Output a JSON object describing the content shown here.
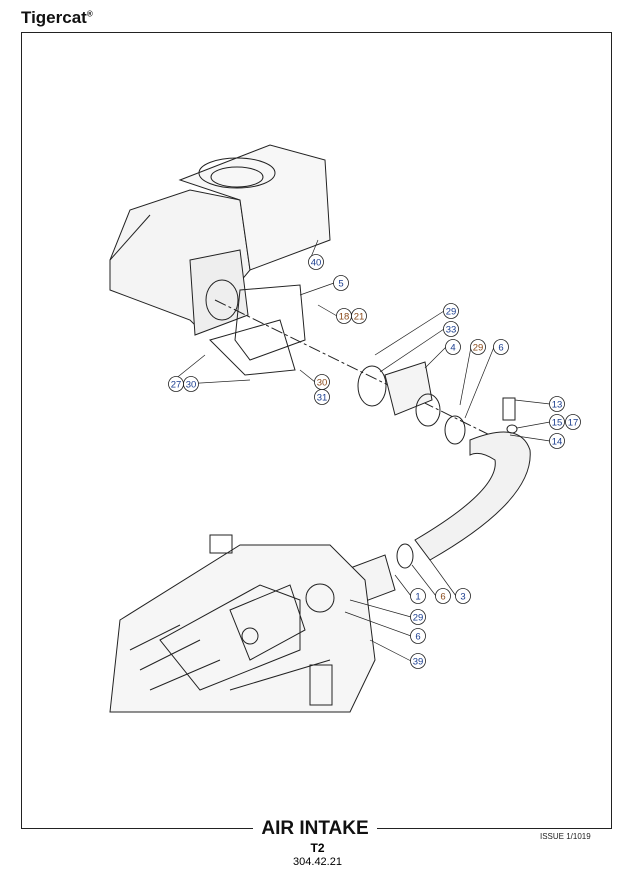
{
  "header": {
    "brand": "Tigercat",
    "brand_mark": "®"
  },
  "diagram": {
    "callouts": [
      "40",
      "5",
      "18",
      "21",
      "27",
      "30",
      "30",
      "31",
      "29",
      "33",
      "4",
      "29",
      "6",
      "13",
      "15",
      "17",
      "14",
      "1",
      "6",
      "3",
      "29",
      "6",
      "39"
    ],
    "colors": {
      "blue": "#1a3d8f",
      "brown": "#8a4a1a",
      "line": "#222222"
    }
  },
  "footer": {
    "title": "AIR INTAKE",
    "model": "T2",
    "code": "304.42.21",
    "issue": "ISSUE 1/1019"
  }
}
